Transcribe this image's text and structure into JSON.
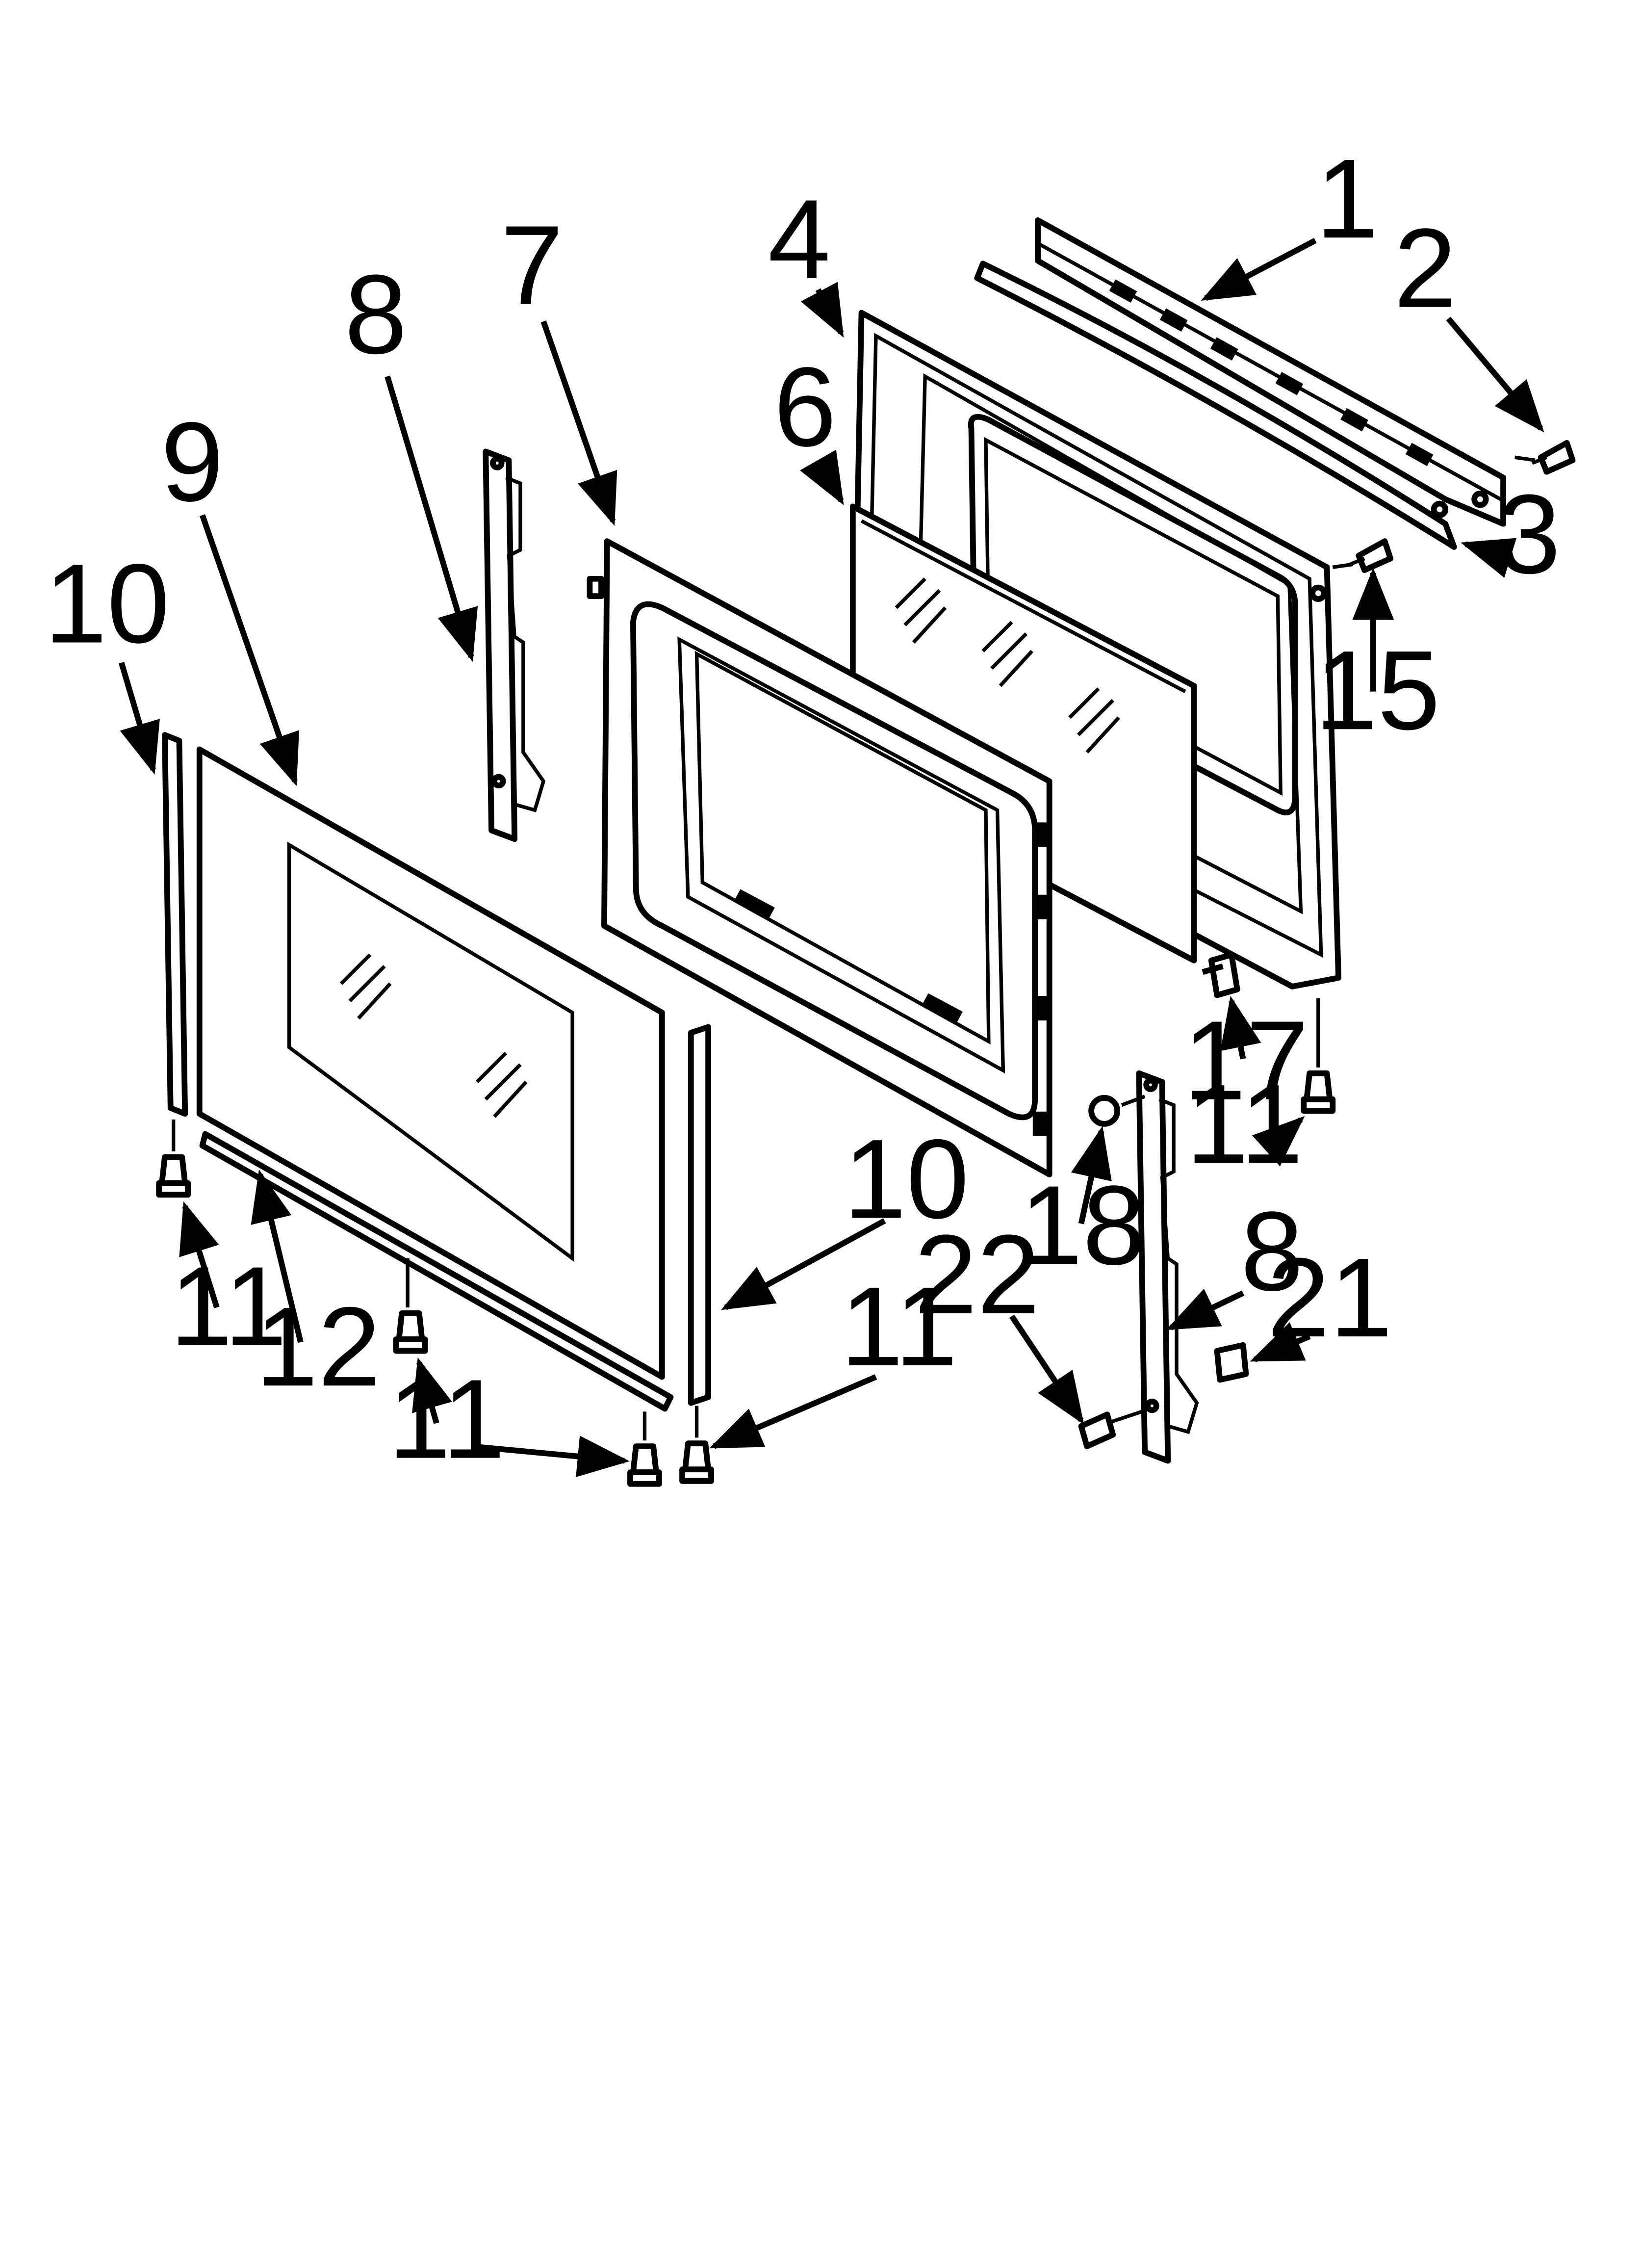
{
  "callouts": [
    {
      "id": "c1",
      "text": "1"
    },
    {
      "id": "c2",
      "text": "2"
    },
    {
      "id": "c3",
      "text": "3"
    },
    {
      "id": "c4",
      "text": "4"
    },
    {
      "id": "c6",
      "text": "6"
    },
    {
      "id": "c7",
      "text": "7"
    },
    {
      "id": "c8a",
      "text": "8"
    },
    {
      "id": "c8b",
      "text": "8"
    },
    {
      "id": "c9",
      "text": "9"
    },
    {
      "id": "c10a",
      "text": "10"
    },
    {
      "id": "c10b",
      "text": "10"
    },
    {
      "id": "c11a",
      "text": "11"
    },
    {
      "id": "c11b",
      "text": "11"
    },
    {
      "id": "c11c",
      "text": "11"
    },
    {
      "id": "c11d",
      "text": "11"
    },
    {
      "id": "c12",
      "text": "12"
    },
    {
      "id": "c15",
      "text": "15"
    },
    {
      "id": "c17",
      "text": "17"
    },
    {
      "id": "c18",
      "text": "18"
    },
    {
      "id": "c21",
      "text": "21"
    },
    {
      "id": "c22",
      "text": "22"
    }
  ]
}
